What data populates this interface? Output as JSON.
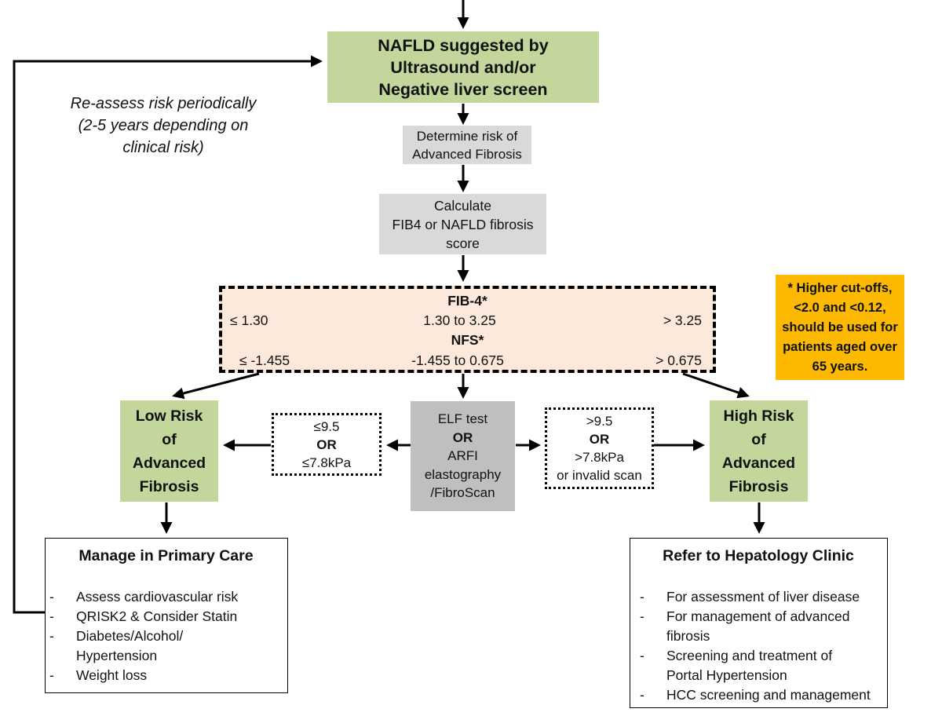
{
  "nafld_box": {
    "lines": [
      "NAFLD suggested by",
      "Ultrasound and/or",
      "Negative liver screen"
    ]
  },
  "reassess_note": {
    "lines": [
      "Re-assess risk periodically",
      "(2-5 years depending on",
      "clinical risk)"
    ]
  },
  "determine_box": {
    "lines": [
      "Determine risk of",
      "Advanced Fibrosis"
    ]
  },
  "calculate_box": {
    "lines": [
      "Calculate",
      "FIB4 or NAFLD fibrosis",
      "score"
    ]
  },
  "scores_box": {
    "fib4_title": "FIB-4*",
    "fib4_low": "≤ 1.30",
    "fib4_mid": "1.30 to 3.25",
    "fib4_high": "> 3.25",
    "nfs_title": "NFS*",
    "nfs_low": "≤ -1.455",
    "nfs_mid": "-1.455 to 0.675",
    "nfs_high": "> 0.675"
  },
  "cutoff_note": {
    "lines": [
      "* Higher cut-offs,",
      "<2.0 and <0.12,",
      "should be used for",
      "patients aged over",
      "65 years."
    ]
  },
  "low_risk_box": {
    "lines": [
      "Low Risk",
      "of",
      "Advanced",
      "Fibrosis"
    ]
  },
  "high_risk_box": {
    "lines": [
      "High Risk",
      "of",
      "Advanced",
      "Fibrosis"
    ]
  },
  "low_threshold_box": {
    "line1": "≤9.5",
    "line2": "OR",
    "line3": "≤7.8kPa"
  },
  "high_threshold_box": {
    "line1": ">9.5",
    "line2": "OR",
    "line3": ">7.8kPa",
    "line4": "or invalid scan"
  },
  "elf_box": {
    "line1": "ELF test",
    "line2": "OR",
    "line3": "ARFI",
    "line4": "elastography",
    "line5": "/FibroScan"
  },
  "primary_care_box": {
    "title": "Manage in Primary Care",
    "items": [
      {
        "text": "Assess cardiovascular risk",
        "cont": ""
      },
      {
        "text": "QRISK2 & Consider Statin",
        "cont": ""
      },
      {
        "text": "Diabetes/Alcohol/",
        "cont": "Hypertension"
      },
      {
        "text": "Weight loss",
        "cont": ""
      }
    ]
  },
  "hepatology_box": {
    "title": "Refer to Hepatology Clinic",
    "items": [
      {
        "text": "For assessment of liver disease",
        "cont": ""
      },
      {
        "text": "For management of advanced",
        "cont": "fibrosis"
      },
      {
        "text": "Screening and treatment of",
        "cont": "Portal Hypertension"
      },
      {
        "text": "HCC screening and management",
        "cont": ""
      }
    ]
  },
  "colors": {
    "green": "#c3d69b",
    "light_grey": "#d9d9d9",
    "dark_grey": "#bfbfbf",
    "peach": "#fce9dc",
    "orange": "#fcb900"
  }
}
